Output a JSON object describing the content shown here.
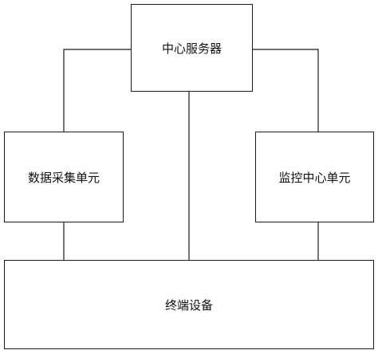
{
  "diagram": {
    "nodes": {
      "server": "中心服务器",
      "collect": "数据采集单元",
      "monitor": "监控中心单元",
      "terminal": "终端设备"
    },
    "edges": [
      {
        "from": "server",
        "to": "collect"
      },
      {
        "from": "server",
        "to": "monitor"
      },
      {
        "from": "server",
        "to": "terminal"
      },
      {
        "from": "collect",
        "to": "terminal"
      },
      {
        "from": "monitor",
        "to": "terminal"
      }
    ]
  }
}
